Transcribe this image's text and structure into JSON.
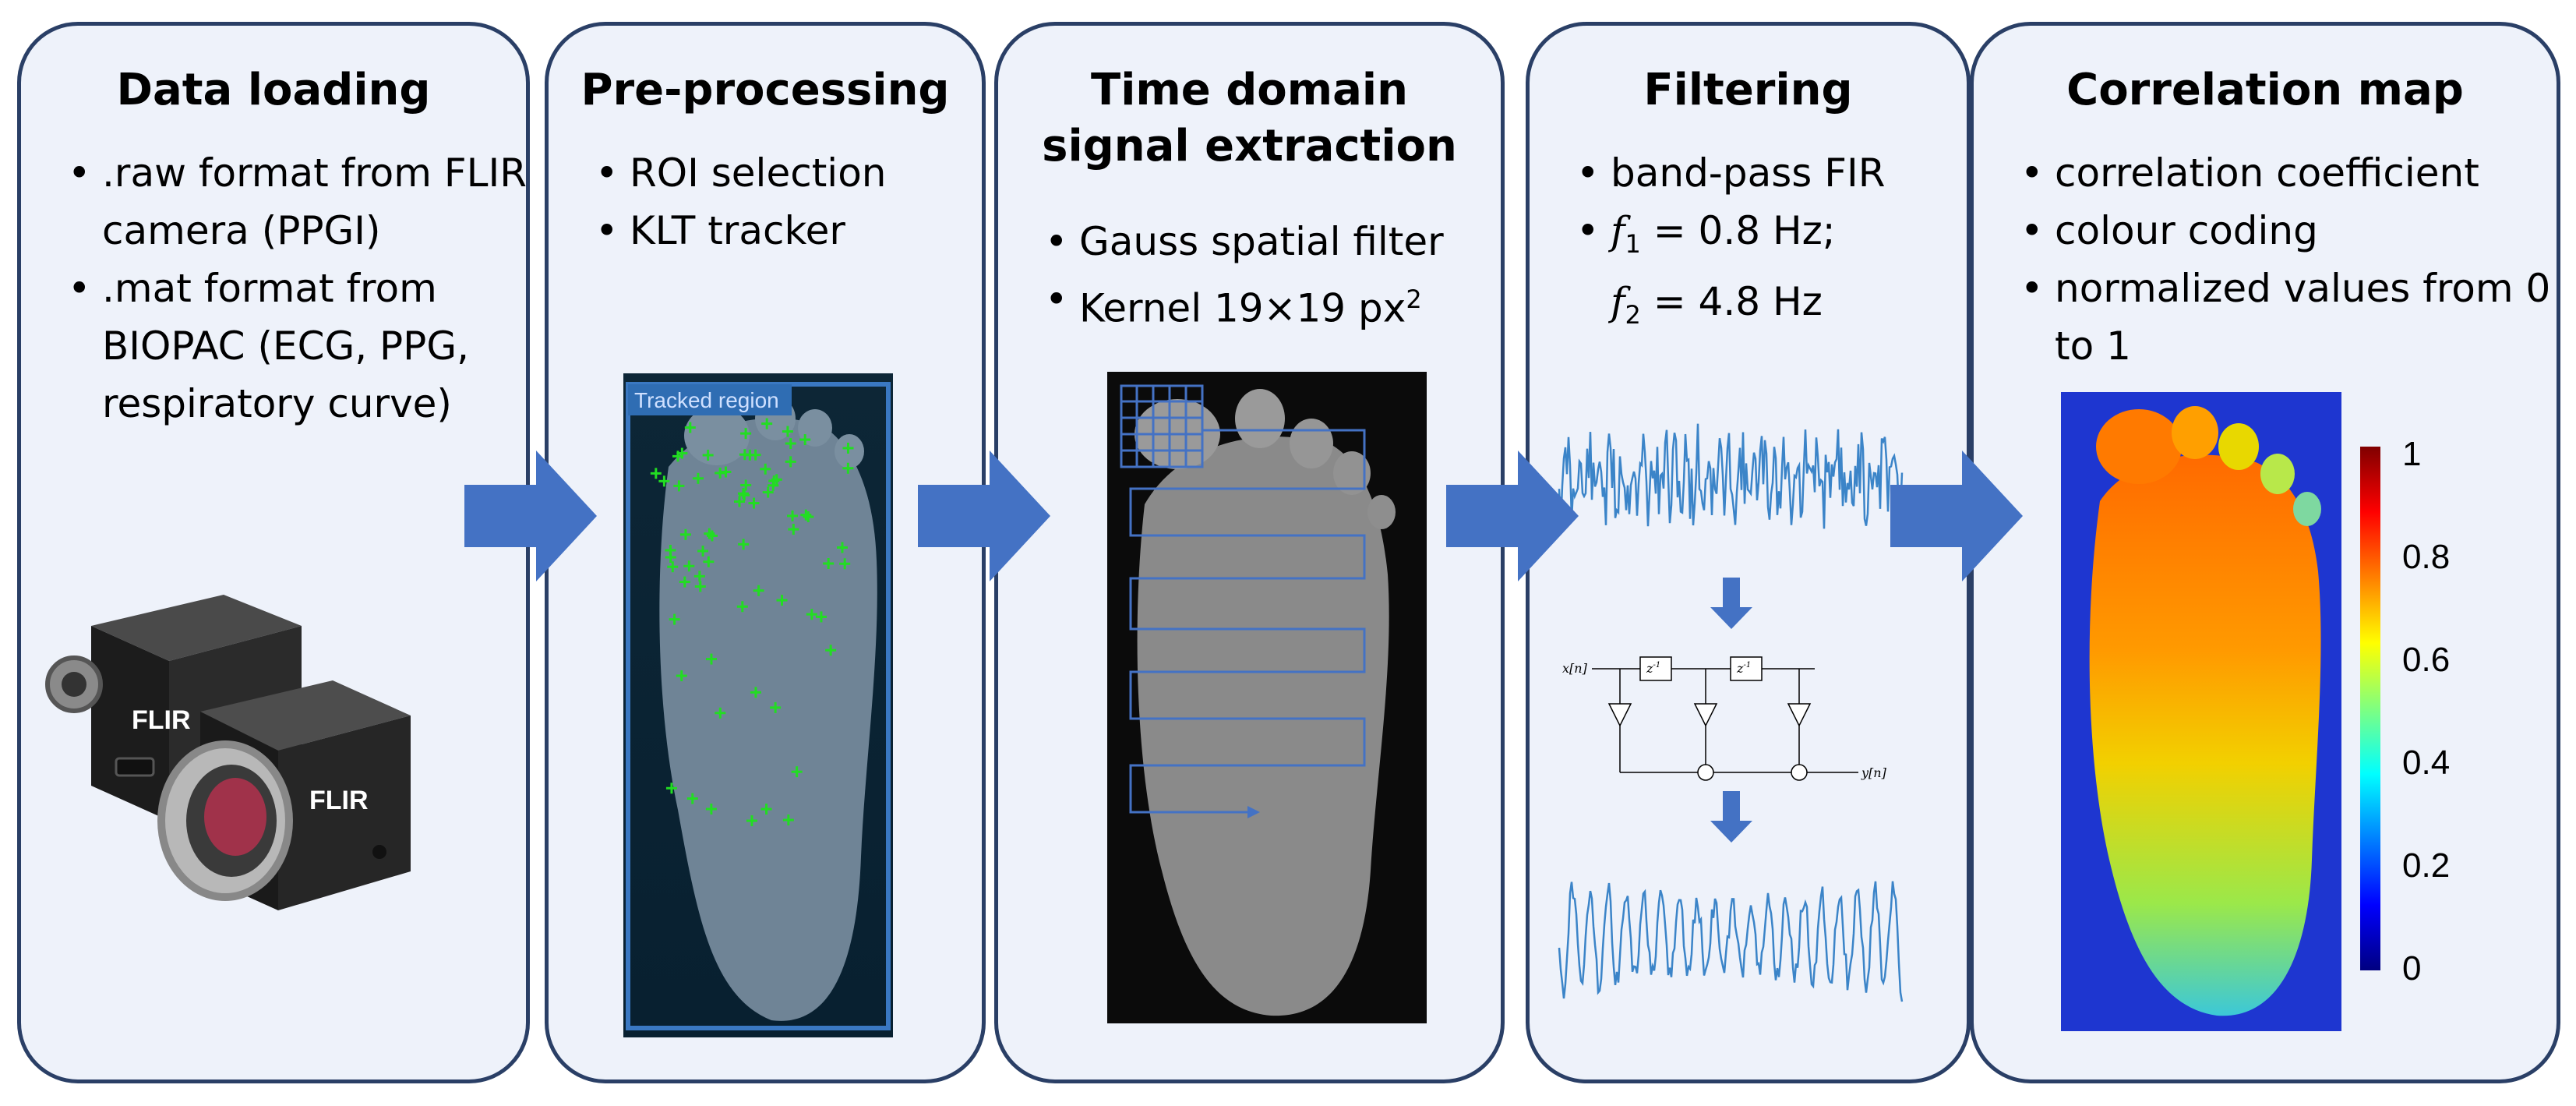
{
  "panels": [
    {
      "title": "Data loading",
      "bullets": [
        ".raw format from FLIR camera (PPGI)",
        ".mat format from BIOPAC (ECG, PPG, respiratory curve)"
      ],
      "camera_logo": "FLIR"
    },
    {
      "title": "Pre-processing",
      "bullets": [
        "ROI selection",
        "KLT tracker"
      ],
      "overlay_label": "Tracked region"
    },
    {
      "title_line1": "Time domain",
      "title_line2": "signal extraction",
      "bullet1": "Gauss spatial filter",
      "bullet2_main": "Kernel 19×19 px",
      "bullet2_sup": "2"
    },
    {
      "title": "Filtering",
      "bullet1": "band-pass FIR",
      "f1_var": "f",
      "f1_sub": "1",
      "f1_val": " = 0.8 Hz;",
      "f2_var": "f",
      "f2_sub": "2",
      "f2_val": " = 4.8 Hz",
      "diagram": {
        "input": "x[n]",
        "delay": "z",
        "delay_exp": "-1",
        "output": "y[n]"
      }
    },
    {
      "title": "Correlation map",
      "bullets": [
        "correlation coefficient",
        "colour coding",
        "normalized values from 0 to 1"
      ],
      "colorbar_ticks": [
        "1",
        "0.8",
        "0.6",
        "0.4",
        "0.2",
        "0"
      ]
    }
  ],
  "colors": {
    "panel_fill": "#eef2fa",
    "panel_border": "#2a3f66",
    "arrow": "#4472c4",
    "tracker_points": "#22dd22",
    "signal": "#3b84c8"
  }
}
